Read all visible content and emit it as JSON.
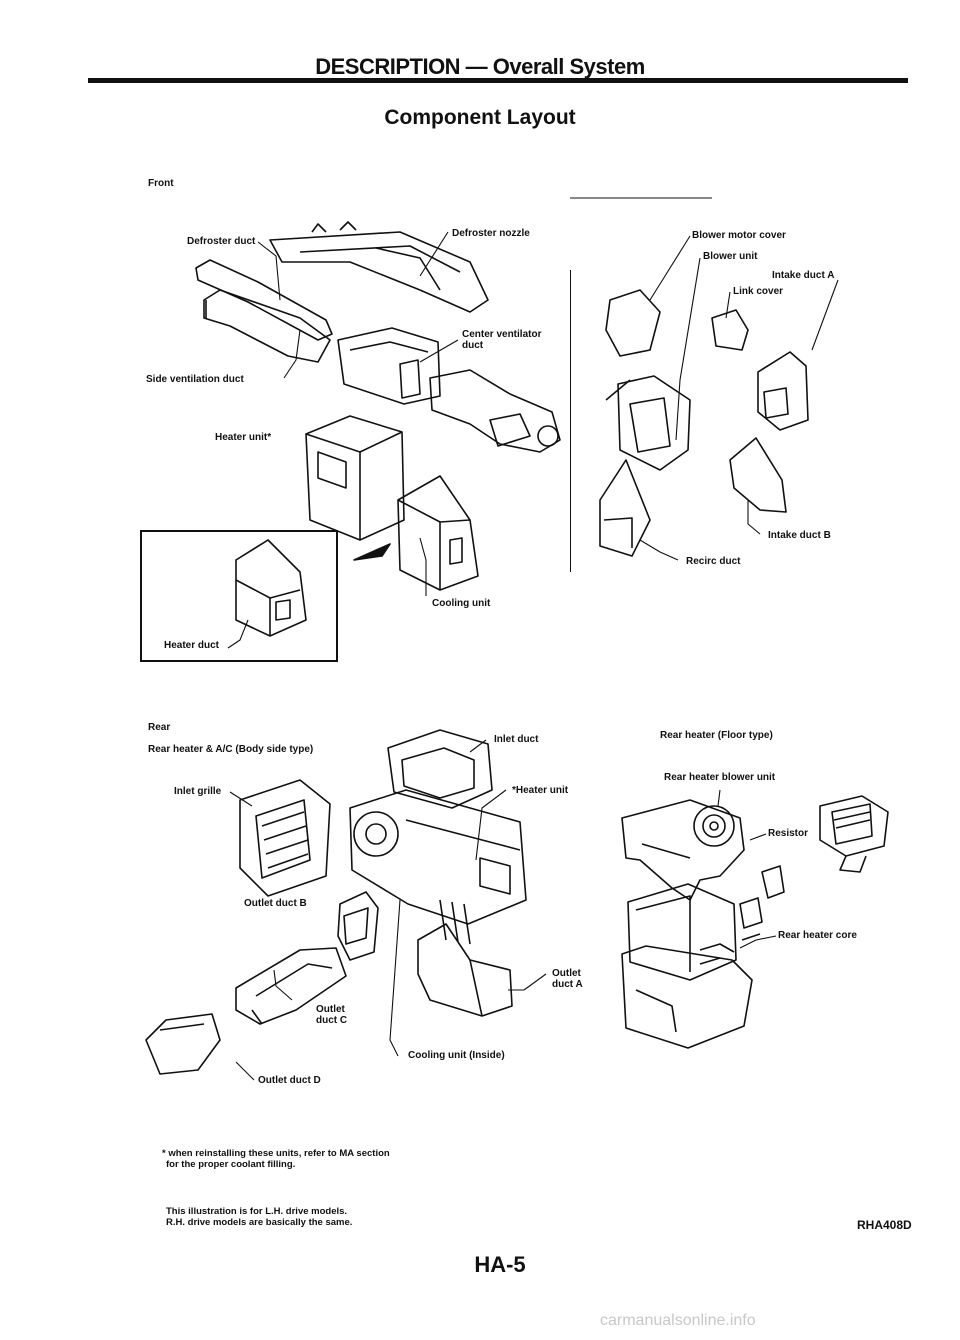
{
  "header": {
    "title": "DESCRIPTION — Overall System",
    "subtitle": "Component Layout"
  },
  "front": {
    "section_label": "Front",
    "labels": {
      "defroster_duct": "Defroster duct",
      "defroster_nozzle": "Defroster nozzle",
      "center_ventilator_duct_1": "Center ventilator",
      "center_ventilator_duct_2": "duct",
      "side_ventilation_duct": "Side ventilation duct",
      "heater_unit": "Heater unit*",
      "heater_duct": "Heater duct",
      "cooling_unit": "Cooling unit",
      "blower_motor_cover": "Blower motor cover",
      "blower_unit": "Blower unit",
      "intake_duct_a": "Intake duct A",
      "link_cover": "Link cover",
      "intake_duct_b": "Intake duct B",
      "recirc_duct": "Recirc duct"
    }
  },
  "rear": {
    "section_label": "Rear",
    "body_side_title": "Rear heater & A/C (Body side type)",
    "floor_title": "Rear heater (Floor type)",
    "labels": {
      "inlet_grille": "Inlet grille",
      "inlet_duct": "Inlet duct",
      "heater_unit": "*Heater unit",
      "outlet_duct_b": "Outlet duct B",
      "outlet_duct_c_1": "Outlet",
      "outlet_duct_c_2": "duct C",
      "outlet_duct_a_1": "Outlet",
      "outlet_duct_a_2": "duct A",
      "outlet_duct_d": "Outlet duct D",
      "cooling_unit_inside": "Cooling unit (Inside)",
      "rear_heater_blower_unit": "Rear heater blower unit",
      "resistor": "Resistor",
      "rear_heater_core": "Rear heater core"
    }
  },
  "notes": {
    "reinstall_1": "* when reinstalling these units, refer to MA section",
    "reinstall_2": "for the proper coolant filling.",
    "illustration_1": "This illustration is for L.H. drive models.",
    "illustration_2": "R.H. drive models are basically the same."
  },
  "footer": {
    "page_number": "HA-5",
    "figure_code": "RHA408D",
    "site": "carmanualsonline.info"
  }
}
